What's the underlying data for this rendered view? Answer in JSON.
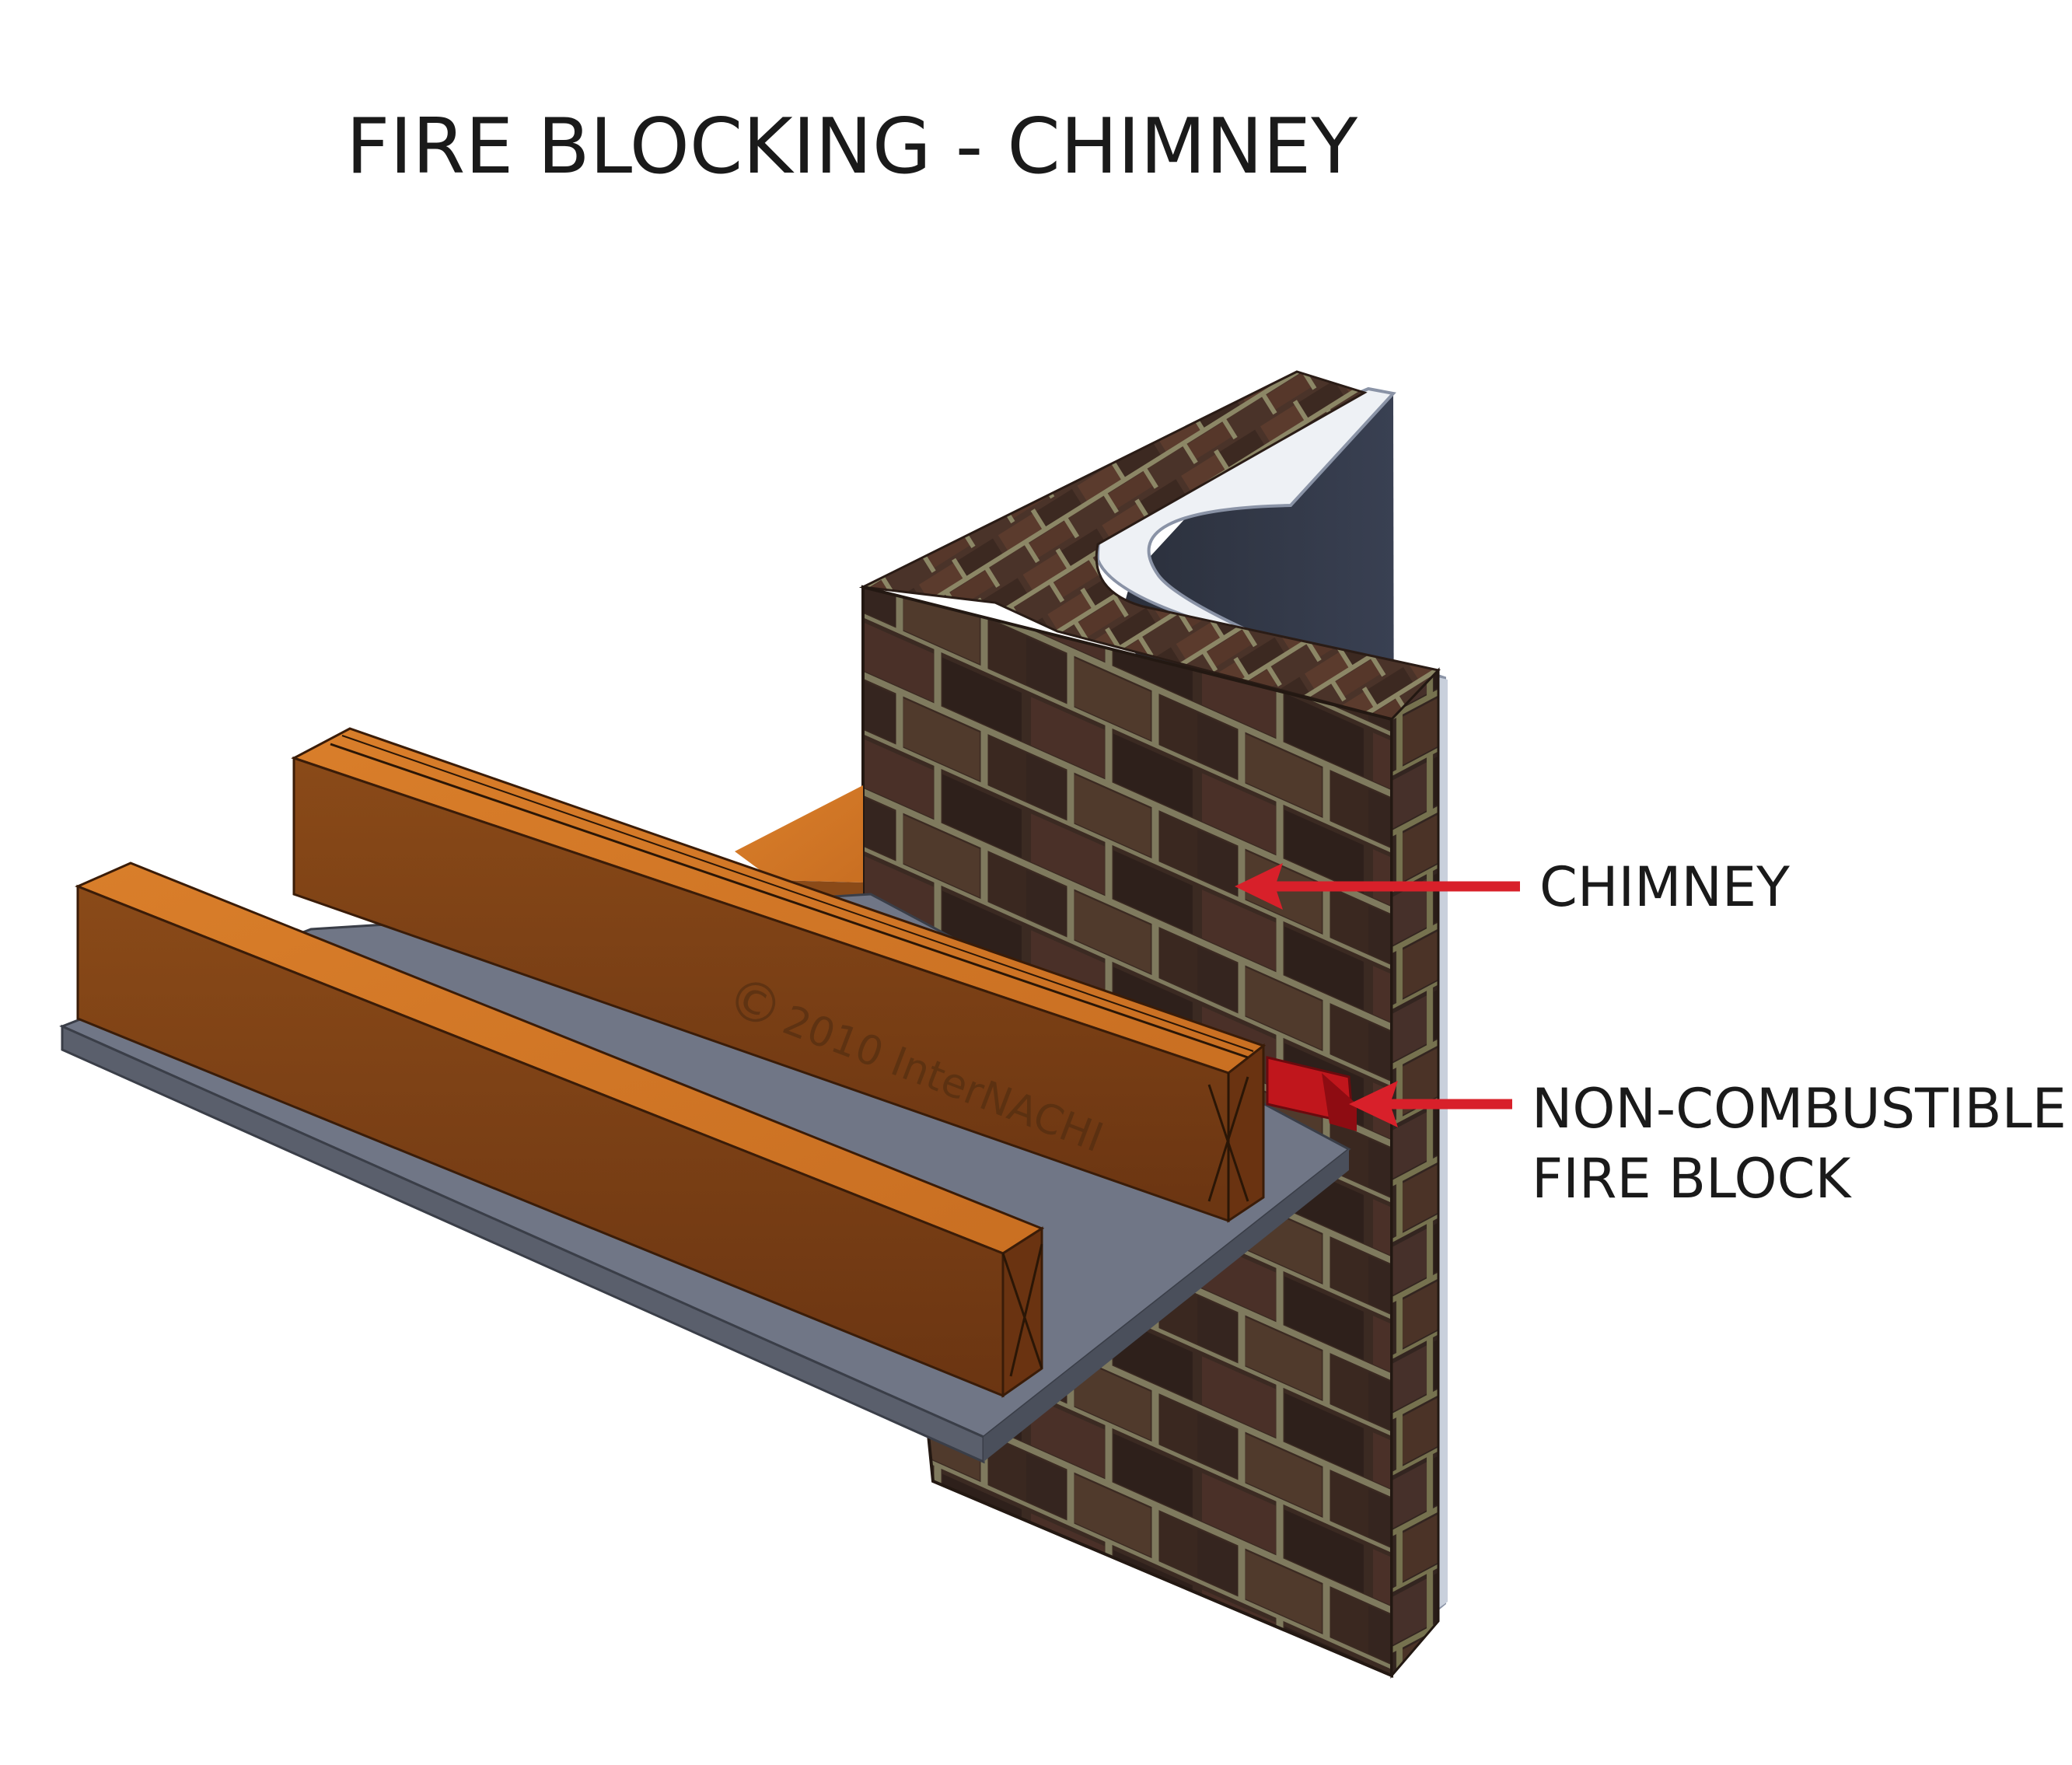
{
  "title": "FIRE BLOCKING - CHIMNEY",
  "labels": {
    "chimney": "CHIMNEY",
    "fire_block_line1": "NON-COMBUSTIBLE",
    "fire_block_line2": "FIRE BLOCK"
  },
  "watermark": {
    "symbol": "©",
    "text": "2010  InterNACHI"
  },
  "colors": {
    "arrow": "#d8202a",
    "brick": "#3a2a22",
    "mortar": "#8a8a6a",
    "wood_top": "#d27a2a",
    "wood_side": "#7a3f14",
    "floor": "#6a6f7a",
    "flue_liner": "#2f3442",
    "flashing": "#e8ecf2",
    "fire_block": "#c0161c"
  },
  "icons": {
    "chimney_arrow": "arrow-left-icon",
    "fire_block_arrow": "arrow-left-icon"
  }
}
